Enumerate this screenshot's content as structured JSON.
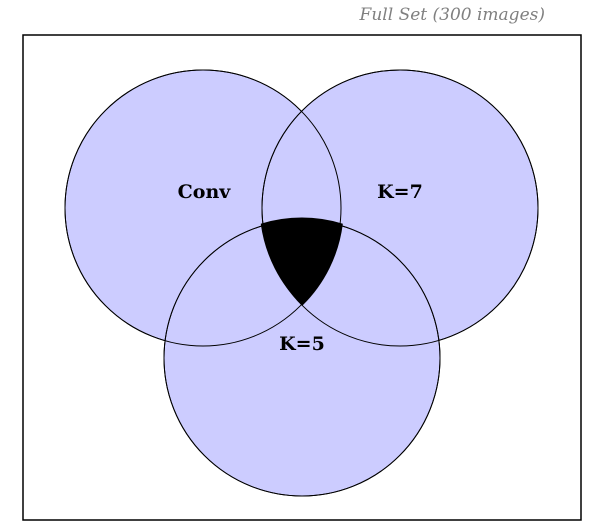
{
  "diagram": {
    "caption": "Full Set (300 images)",
    "sets": [
      {
        "id": "conv",
        "label": "Conv"
      },
      {
        "id": "k7",
        "label": "K=7"
      },
      {
        "id": "k5",
        "label": "K=5"
      }
    ],
    "colors": {
      "circle_fill": "#ccccff",
      "intersection_fill": "#000000",
      "stroke": "#000000",
      "caption": "#808080"
    }
  }
}
